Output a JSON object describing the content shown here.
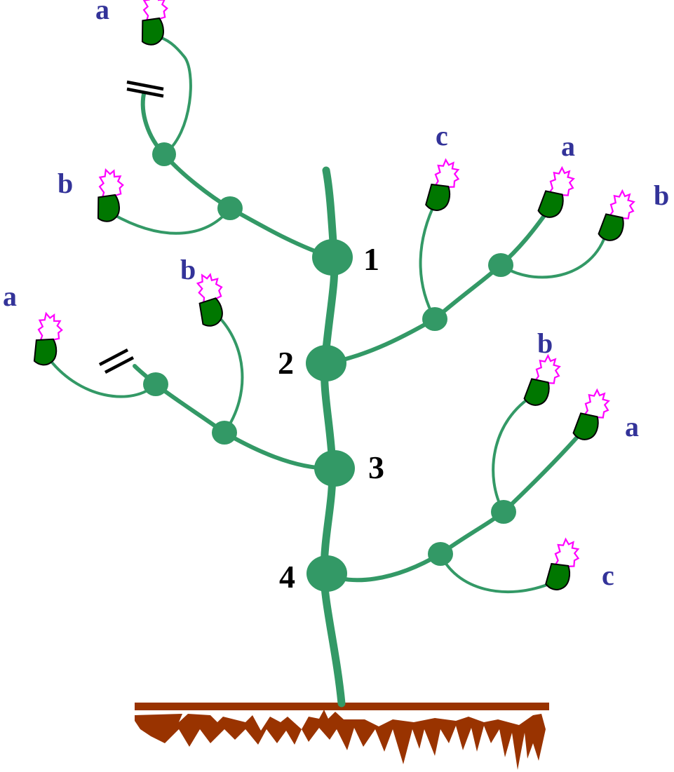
{
  "colors": {
    "stem": "#339966",
    "soil": "#993300",
    "calyx": "#007700",
    "petals": "#ff00ff",
    "node_label": "#000000",
    "flower_label": "#333399"
  },
  "nodes": [
    {
      "id": "node-1",
      "label": "1"
    },
    {
      "id": "node-2",
      "label": "2"
    },
    {
      "id": "node-3",
      "label": "3"
    },
    {
      "id": "node-4",
      "label": "4"
    }
  ],
  "flowers": [
    {
      "id": "flower-n1-left-a",
      "label": "a"
    },
    {
      "id": "flower-n1-left-b",
      "label": "b"
    },
    {
      "id": "flower-n2-right-c",
      "label": "c"
    },
    {
      "id": "flower-n2-right-a",
      "label": "a"
    },
    {
      "id": "flower-n2-right-b",
      "label": "b"
    },
    {
      "id": "flower-n3-left-a",
      "label": "a"
    },
    {
      "id": "flower-n3-left-b",
      "label": "b"
    },
    {
      "id": "flower-n4-right-b",
      "label": "b"
    },
    {
      "id": "flower-n4-right-a",
      "label": "a"
    },
    {
      "id": "flower-n4-right-c",
      "label": "c"
    }
  ],
  "icons": [
    "flower-icon",
    "cut-mark-icon",
    "soil-icon"
  ]
}
